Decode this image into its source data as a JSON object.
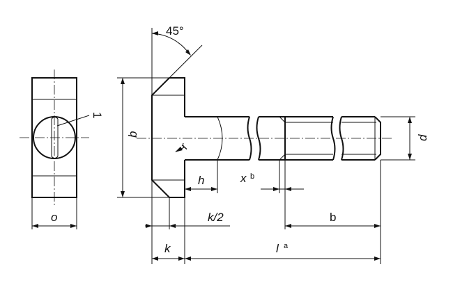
{
  "drawing": {
    "labels": {
      "angle": "45°",
      "callout": "1",
      "b_height": "b",
      "r": "r",
      "h": "h",
      "x": "x",
      "x_sup": "b",
      "d": "d",
      "o": "o",
      "k_half": "k/2",
      "b_thread": "b",
      "k": "k",
      "l": "l",
      "l_sup": "a"
    }
  }
}
